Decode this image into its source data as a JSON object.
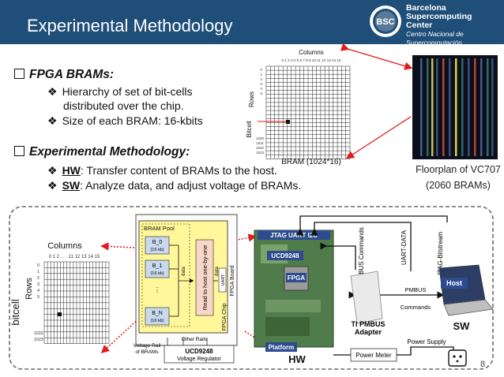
{
  "slide": {
    "title": "Experimental Methodology",
    "page_number": "8"
  },
  "logo": {
    "mark": "BSC",
    "line1": "Barcelona",
    "line2": "Supercomputing",
    "line3": "Center",
    "line4": "Centro Nacional de Supercomputación"
  },
  "bullets": {
    "fpga_heading": "FPGA BRAMs:",
    "fpga_sub1a": "Hierarchy of set of bit-cells",
    "fpga_sub1b": "distributed over the chip.",
    "fpga_sub2": "Size of each BRAM: 16-kbits",
    "method_heading": "Experimental Methodology:",
    "hw_label": "HW",
    "hw_text": ": Transfer content of BRAMs to the host.",
    "sw_label": "SW",
    "sw_text": ": Analyze data, and adjust voltage of BRAMs."
  },
  "top_grid": {
    "columns_label": "Columns",
    "col_ticks": "0 1 2 3 4 5 6 7 8 9 10 11 12 13 14 15",
    "rows_label": "Rows",
    "bitcell_label": "Bitcell",
    "bottom_label": "BRAM (1024*16)",
    "row_ticks_top": [
      "0",
      "1",
      "2",
      "3",
      "4",
      "5"
    ],
    "row_ticks_bottom": [
      "1020",
      "1021",
      "1022",
      "1023"
    ]
  },
  "floorplan": {
    "label_line1": "Floorplan of VC707",
    "label_line2": "(2060 BRAMs)"
  },
  "diagram": {
    "columns_label": "Columns",
    "col_ticks": "0  1  2  . . . 11  12  13  14  15",
    "rows_label": "Rows",
    "row_ticks": [
      "0",
      "1",
      "2",
      "3",
      "4",
      "5"
    ],
    "row_ticks_bottom": [
      "1022",
      "1023"
    ],
    "bitcell_label": "bitcell",
    "bram_pool": "BRAM Pool",
    "b0": "B_0",
    "b0_size": "(16 kb)",
    "b1": "B_1",
    "b1_size": "(16 kb)",
    "bn": "B_N",
    "bn_size": "(16 kb)",
    "data1": "data",
    "data2": "data",
    "read_to_host": "Read to host one-by-one",
    "uart": "UART",
    "fpga_board": "FPGA Board",
    "fpga_chip": "FPGA Chip",
    "voltage_rail": "Voltage Rail",
    "of_brams": "of BRAMs",
    "other_rails": "Other Rails",
    "ucd_bottom": "UCD9248",
    "voltage_regulator": "Voltage Regulator",
    "jtag_uart_i2c": "JTAG UART I2C",
    "ucd_board": "UCD9248",
    "fpga_on_board": "FPGA",
    "platform": "Platform",
    "hw": "HW",
    "pmbus_commands": "PMBUS Commands",
    "uart_data": "UART-DATA",
    "jtag_bitstream": "JTAG-Bitstream",
    "host": "Host",
    "pmbus_commands2a": "PMBUS",
    "pmbus_commands2b": "Commands",
    "ti_pmbus": "TI PMBUS",
    "adapter": "Adapter",
    "sw": "SW",
    "power_meter": "Power Meter",
    "power_supply": "Power Supply"
  },
  "colors": {
    "header": "#1f4e79",
    "pool_fill": "#fff799",
    "bram_fill": "#c9d9ee",
    "arrow_red": "#e21b1b",
    "platform_badge": "#2d4b8e"
  }
}
